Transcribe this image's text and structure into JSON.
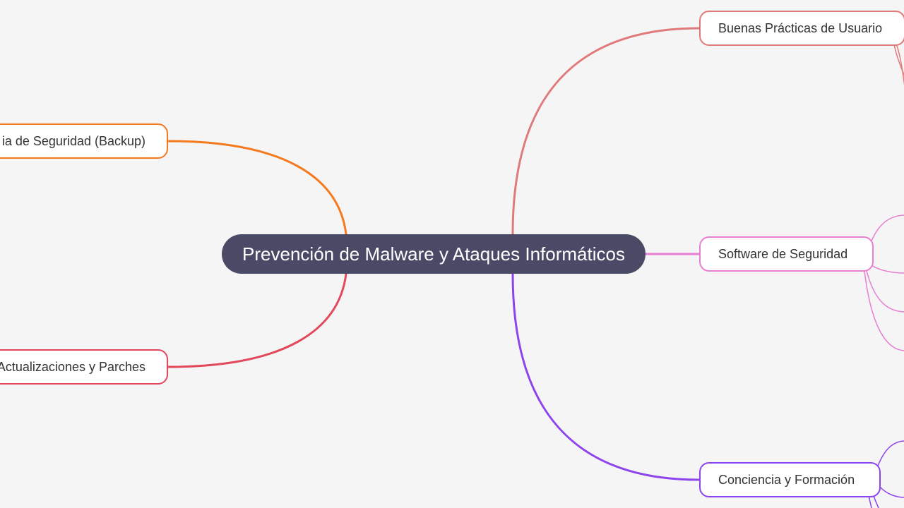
{
  "mindmap": {
    "root": {
      "label": "Prevención de Malware y Ataques Informáticos",
      "color": "#4a4a67"
    },
    "branches": {
      "backup": {
        "label": "ia de Seguridad (Backup)",
        "color": "#f57a1f"
      },
      "updates": {
        "label": "Actualizaciones y Parches",
        "color": "#e2485a"
      },
      "practices": {
        "label": "Buenas Prácticas de Usuario",
        "color": "#e07a7a"
      },
      "software": {
        "label": "Software de Seguridad",
        "color": "#e77fd3"
      },
      "awareness": {
        "label": "Conciencia y Formación",
        "color": "#8e44ec"
      }
    }
  }
}
